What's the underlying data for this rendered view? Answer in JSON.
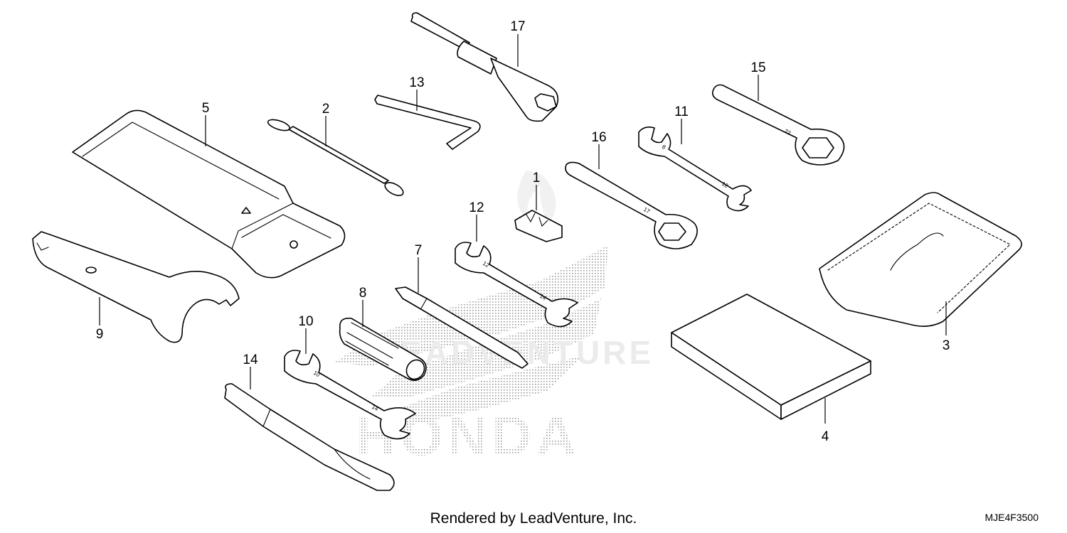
{
  "diagram": {
    "watermark_brand": "HONDA",
    "watermark_dealer": "LEADVENTURE",
    "diagram_code": "MJE4F3500",
    "credit": "Rendered by LeadVenture, Inc.",
    "callouts": {
      "p1": "1",
      "p2": "2",
      "p3": "3",
      "p4": "4",
      "p5": "5",
      "p7": "7",
      "p8": "8",
      "p9": "9",
      "p10": "10",
      "p11": "11",
      "p12": "12",
      "p13": "13",
      "p14": "14",
      "p15": "15",
      "p16": "16",
      "p17": "17"
    },
    "wrench_stamps": {
      "w10a": "10",
      "w10b": "14",
      "w11a": "8",
      "w11b": "12",
      "w12a": "12",
      "w12b": "14",
      "w15": "22",
      "w16": "17"
    }
  },
  "icons": {
    "watermark": "honda-wing-logo-icon"
  }
}
